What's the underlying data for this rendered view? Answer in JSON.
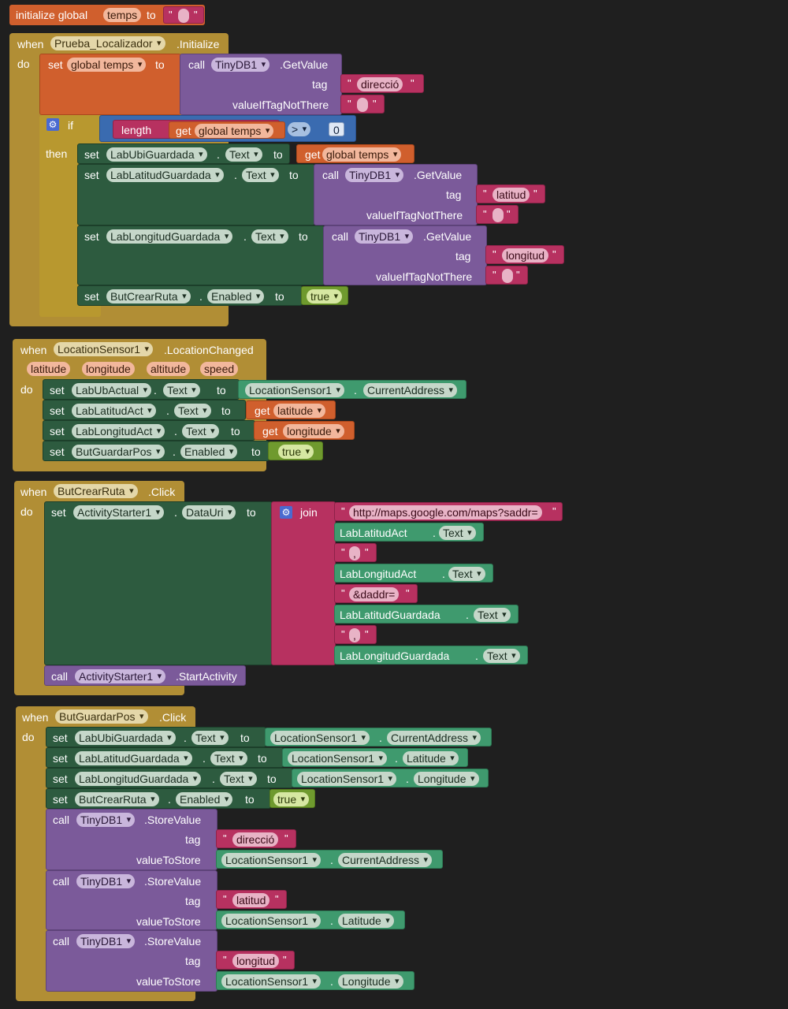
{
  "common": {
    "when": "when",
    "do": "do",
    "set": "set",
    "to": "to",
    "call": "call",
    "get": "get",
    "dot": ".",
    "quote": "\"",
    "tag": "tag",
    "value_if_tag_not_there": "valueIfTagNotThere",
    "value_to_store": "valueToStore",
    "if": "if",
    "then": "then",
    "length": "length",
    "gt": ">",
    "join": "join",
    "true": "true"
  },
  "init_global": {
    "label": "initialize global",
    "var_name": "temps",
    "to": "to",
    "value": ""
  },
  "block1": {
    "component": "Prueba_Localizador",
    "event": ".Initialize",
    "set_var": "global temps",
    "db": "TinyDB1",
    "method": ".GetValue",
    "tag_value": "direcció",
    "default_value": "",
    "if_get_var": "global temps",
    "compare_num": "0",
    "then_rows": [
      {
        "component": "LabUbiGuardada",
        "prop": "Text"
      },
      {
        "component": "LabLatitudGuardada",
        "prop": "Text",
        "tag": "latitud"
      },
      {
        "component": "LabLongitudGuardada",
        "prop": "Text",
        "tag": "longitud"
      },
      {
        "component": "ButCrearRuta",
        "prop": "Enabled"
      }
    ]
  },
  "block2": {
    "component": "LocationSensor1",
    "event": ".LocationChanged",
    "params": [
      "latitude",
      "longitude",
      "altitude",
      "speed"
    ],
    "rows": [
      {
        "component": "LabUbActual",
        "prop": "Text",
        "value_component": "LocationSensor1",
        "value_prop": "CurrentAddress"
      },
      {
        "component": "LabLatitudAct",
        "prop": "Text",
        "get": "latitude"
      },
      {
        "component": "LabLongitudAct",
        "prop": "Text",
        "get": "longitude"
      },
      {
        "component": "ButGuardarPos",
        "prop": "Enabled"
      }
    ]
  },
  "block3": {
    "component": "ButCrearRuta",
    "event": ".Click",
    "set_component": "ActivityStarter1",
    "set_prop": "DataUri",
    "join_items": [
      {
        "type": "text",
        "value": "http://maps.google.com/maps?saddr="
      },
      {
        "type": "comp",
        "component": "LabLatitudAct",
        "prop": "Text"
      },
      {
        "type": "text",
        "value": ","
      },
      {
        "type": "comp",
        "component": "LabLongitudAct",
        "prop": "Text"
      },
      {
        "type": "text",
        "value": "&daddr="
      },
      {
        "type": "comp",
        "component": "LabLatitudGuardada",
        "prop": "Text"
      },
      {
        "type": "text",
        "value": ","
      },
      {
        "type": "comp",
        "component": "LabLongitudGuardada",
        "prop": "Text"
      }
    ],
    "call_component": "ActivityStarter1",
    "call_method": ".StartActivity"
  },
  "block4": {
    "component": "ButGuardarPos",
    "event": ".Click",
    "set_rows": [
      {
        "component": "LabUbiGuardada",
        "prop": "Text",
        "value_component": "LocationSensor1",
        "value_prop": "CurrentAddress"
      },
      {
        "component": "LabLatitudGuardada",
        "prop": "Text",
        "value_component": "LocationSensor1",
        "value_prop": "Latitude"
      },
      {
        "component": "LabLongitudGuardada",
        "prop": "Text",
        "value_component": "LocationSensor1",
        "value_prop": "Longitude"
      },
      {
        "component": "ButCrearRuta",
        "prop": "Enabled"
      }
    ],
    "store_rows": [
      {
        "db": "TinyDB1",
        "method": ".StoreValue",
        "tag": "direcció",
        "value_component": "LocationSensor1",
        "value_prop": "CurrentAddress"
      },
      {
        "db": "TinyDB1",
        "method": ".StoreValue",
        "tag": "latitud",
        "value_component": "LocationSensor1",
        "value_prop": "Latitude"
      },
      {
        "db": "TinyDB1",
        "method": ".StoreValue",
        "tag": "longitud",
        "value_component": "LocationSensor1",
        "value_prop": "Longitude"
      }
    ]
  },
  "colors": {
    "background": "#1f1f1f",
    "event_block": "#b18e35",
    "component_set": "#2d5b3f",
    "procedure_call": "#7b5a9a",
    "variable": "#d05f2d",
    "text": "#b73160",
    "logic": "#6f9a2e",
    "math": "#3a6bb0",
    "component_get": "#3f9a6e"
  }
}
